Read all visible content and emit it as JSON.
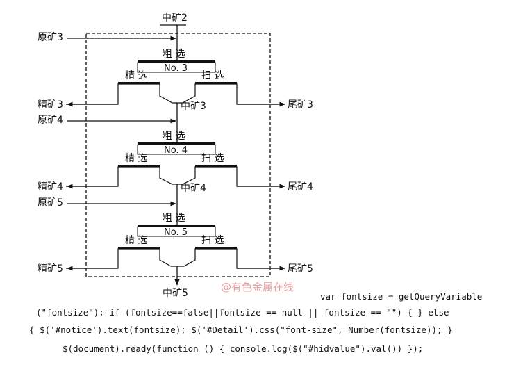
{
  "top_feed": "中矿2",
  "stages": [
    {
      "feed": "原矿3",
      "rougher": "粗 选",
      "number": "No. 3",
      "cleaner": "精 选",
      "scavenger": "扫 选",
      "middling": "中矿3",
      "concentrate": "精矿3",
      "tailing": "尾矿3"
    },
    {
      "feed": "原矿4",
      "rougher": "粗 选",
      "number": "No. 4",
      "cleaner": "精 选",
      "scavenger": "扫 选",
      "middling": "中矿4",
      "concentrate": "精矿4",
      "tailing": "尾矿4"
    },
    {
      "feed": "原矿5",
      "rougher": "粗 选",
      "number": "No. 5",
      "cleaner": "精 选",
      "scavenger": "扫 选",
      "middling": "中矿5",
      "concentrate": "精矿5",
      "tailing": "尾矿5"
    }
  ],
  "watermark": "@有色金属在线",
  "code": {
    "line1": "var fontsize = getQueryVariable",
    "line2": "(\"fontsize\"); if (fontsize==false||fontsize == null || fontsize == \"\") { } else",
    "line3": "{ $('#notice').text(fontsize); $('#Detail').css(\"font-size\", Number(fontsize)); }",
    "line4": "$(document).ready(function () { console.log($(\"#hidvalue\").val()) });"
  }
}
